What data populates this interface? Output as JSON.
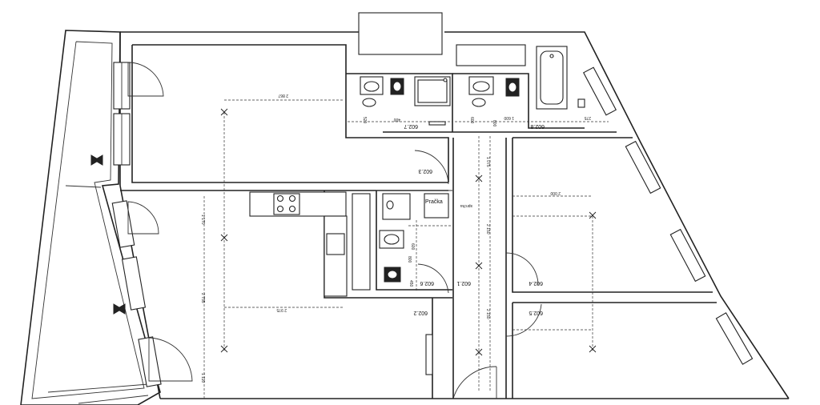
{
  "rooms": {
    "r6022": "602.2",
    "r6023": "602.3",
    "r6024": "602.4",
    "r6025": "602.5",
    "r6026": "602.6",
    "r6027": "602.7",
    "r6028": "602.8",
    "r6021": "602.1"
  },
  "labels": {
    "pracka": "Pračka",
    "sprcha": "sprcha"
  },
  "dimensions": {
    "d2867": "2 867",
    "d2000": "2 000",
    "d2975": "2 975",
    "d1170": "1 170",
    "d2755": "2 755",
    "d1110": "1 110",
    "d2150a": "2 150",
    "d2150b": "2 150",
    "d1075": "1 075",
    "d800a": "800",
    "d800b": "800",
    "d400": "400",
    "d520": "520",
    "d600a": "600",
    "d1600": "1 600",
    "d275": "275",
    "d450": "450",
    "d600b": "600"
  }
}
